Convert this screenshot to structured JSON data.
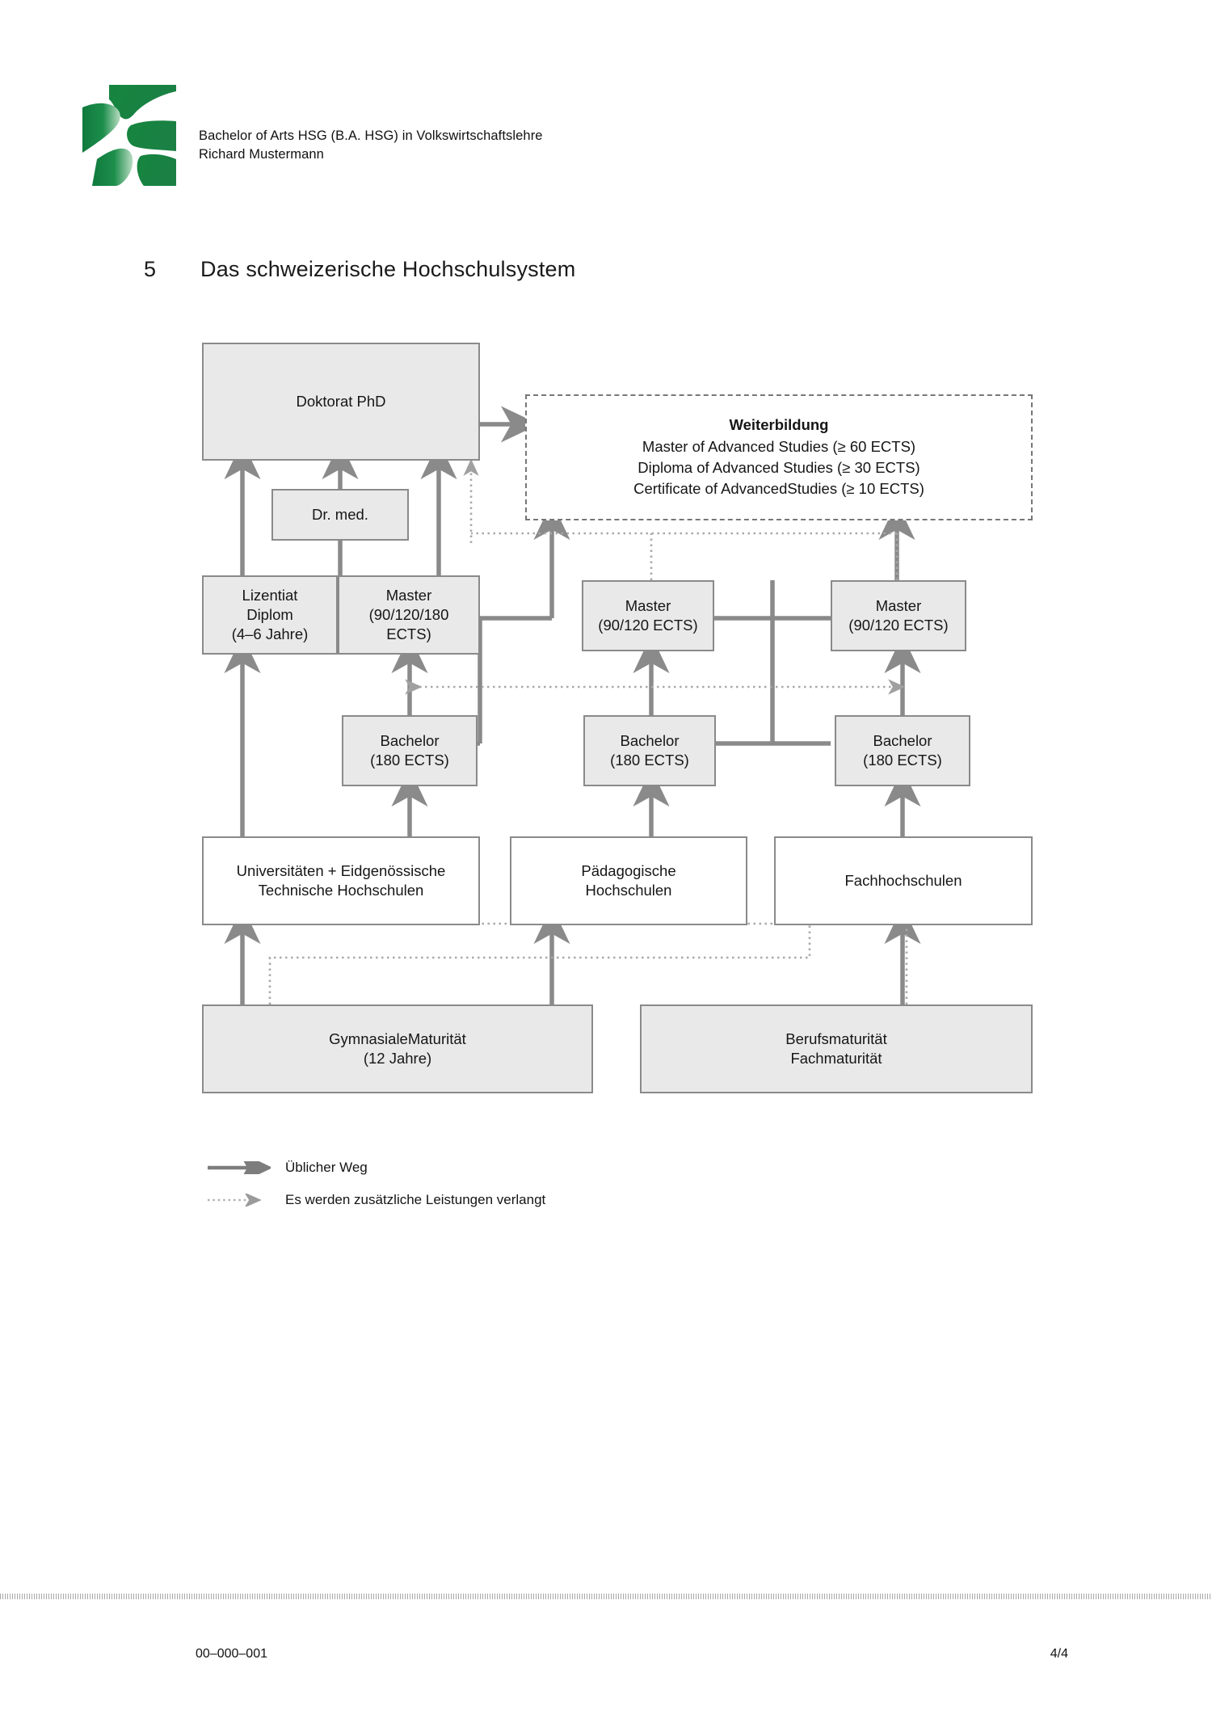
{
  "header": {
    "program": "Bachelor of Arts HSG (B.A. HSG) in Volkswirtschaftslehre",
    "student": "Richard Mustermann",
    "logo_name": "hsg-logo",
    "logo_color": "#1a8044"
  },
  "section": {
    "number": "5",
    "title": "Das schweizerische Hochschulsystem"
  },
  "diagram": {
    "nodes": {
      "doktorat": {
        "label": "Doktorat PhD"
      },
      "weiterbildung": {
        "title": "Weiterbildung",
        "line1": "Master of Advanced Studies (≥ 60 ECTS)",
        "line2": "Diploma of Advanced Studies (≥ 30 ECTS)",
        "line3": "Certificate of AdvancedStudies (≥ 10 ECTS)"
      },
      "drmed": {
        "label": "Dr. med."
      },
      "lizentiat": {
        "line1": "Lizentiat",
        "line2": "Diplom",
        "line3": "(4–6 Jahre)"
      },
      "master_uni": {
        "line1": "Master",
        "line2": "(90/120/180",
        "line3": "ECTS)"
      },
      "master_ph": {
        "line1": "Master",
        "line2": "(90/120 ECTS)"
      },
      "master_fh": {
        "line1": "Master",
        "line2": "(90/120 ECTS)"
      },
      "bachelor_uni": {
        "line1": "Bachelor",
        "line2": "(180 ECTS)"
      },
      "bachelor_ph": {
        "line1": "Bachelor",
        "line2": "(180 ECTS)"
      },
      "bachelor_fh": {
        "line1": "Bachelor",
        "line2": "(180 ECTS)"
      },
      "universitaeten": {
        "line1": "Universitäten + Eidgenössische",
        "line2": "Technische Hochschulen"
      },
      "paedagogische": {
        "line1": "Pädagogische",
        "line2": "Hochschulen"
      },
      "fachhochschulen": {
        "line1": "Fachhochschulen"
      },
      "gymnasiale": {
        "line1": "GymnasialeMaturität",
        "line2": "(12 Jahre)"
      },
      "berufsmaturitaet": {
        "line1": "Berufsmaturität",
        "line2": "Fachmaturität"
      }
    },
    "legend": [
      {
        "label": "Üblicher Weg",
        "style": "solid"
      },
      {
        "label": "Es werden zusätzliche Leistungen verlangt",
        "style": "dotted"
      }
    ],
    "colors": {
      "box_fill": "#e9e9e9",
      "box_stroke": "#8a8a8a",
      "arrow": "#8a8a8a",
      "dotted": "#a9a9a9"
    }
  },
  "footer": {
    "doc_id": "00–000–001",
    "page": "4/4"
  }
}
